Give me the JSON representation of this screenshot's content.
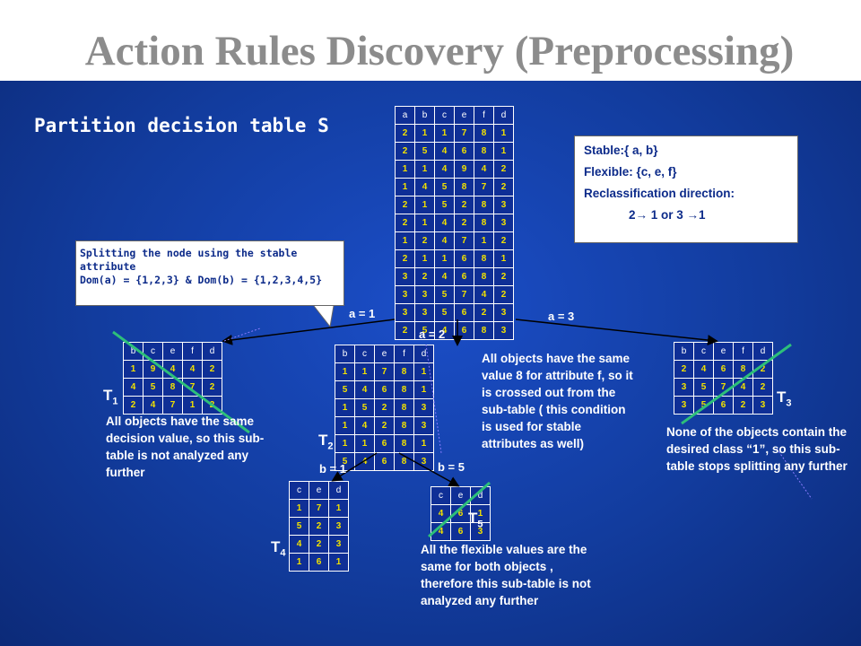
{
  "title": "Action Rules Discovery (Preprocessing)",
  "subtitle": "Partition decision table S",
  "info_box": {
    "stable": "Stable:{ a, b}",
    "flexible": "Flexible: {c, e, f}",
    "reclass_label": "Reclassification direction:",
    "reclass_value": "2→ 1 or 3 →1"
  },
  "split_box": {
    "line1": "Splitting the node using the stable attribute",
    "line2": "Dom(a) = {1,2,3} & Dom(b) = {1,2,3,4,5}"
  },
  "edges": {
    "a1": "a = 1",
    "a2": "a = 2",
    "a3": "a = 3",
    "b1": "b = 1",
    "b5": "b = 5"
  },
  "labels": {
    "t1": "T",
    "t1s": "1",
    "t2": "T",
    "t2s": "2",
    "t3": "T",
    "t3s": "3",
    "t4": "T",
    "t4s": "4",
    "t5": "T",
    "t5s": "5"
  },
  "notes": {
    "t1": "All objects have the same decision value, so this sub-table is not analyzed any further",
    "t2": "All objects have the same value 8 for attribute f, so it is crossed out from the sub-table ( this condition is used for stable attributes as well)",
    "t3": "None of the objects contain the desired class “1”, so this sub-table stops splitting any further",
    "t5": "All the flexible values are the same for both objects , therefore this sub-table is not analyzed any further"
  },
  "tables": {
    "main": {
      "headers": [
        "a",
        "b",
        "c",
        "e",
        "f",
        "d"
      ],
      "rows": [
        [
          "2",
          "1",
          "1",
          "7",
          "8",
          "1"
        ],
        [
          "2",
          "5",
          "4",
          "6",
          "8",
          "1"
        ],
        [
          "1",
          "1",
          "4",
          "9",
          "4",
          "2"
        ],
        [
          "1",
          "4",
          "5",
          "8",
          "7",
          "2"
        ],
        [
          "2",
          "1",
          "5",
          "2",
          "8",
          "3"
        ],
        [
          "2",
          "1",
          "4",
          "2",
          "8",
          "3"
        ],
        [
          "1",
          "2",
          "4",
          "7",
          "1",
          "2"
        ],
        [
          "2",
          "1",
          "1",
          "6",
          "8",
          "1"
        ],
        [
          "3",
          "2",
          "4",
          "6",
          "8",
          "2"
        ],
        [
          "3",
          "3",
          "5",
          "7",
          "4",
          "2"
        ],
        [
          "3",
          "3",
          "5",
          "6",
          "2",
          "3"
        ],
        [
          "2",
          "5",
          "4",
          "6",
          "8",
          "3"
        ]
      ]
    },
    "t1": {
      "headers": [
        "b",
        "c",
        "e",
        "f",
        "d"
      ],
      "rows": [
        [
          "1",
          "9",
          "4",
          "4",
          "2"
        ],
        [
          "4",
          "5",
          "8",
          "7",
          "2"
        ],
        [
          "2",
          "4",
          "7",
          "1",
          "2"
        ]
      ]
    },
    "t2": {
      "headers": [
        "b",
        "c",
        "e",
        "f",
        "d"
      ],
      "rows": [
        [
          "1",
          "1",
          "7",
          "8",
          "1"
        ],
        [
          "5",
          "4",
          "6",
          "8",
          "1"
        ],
        [
          "1",
          "5",
          "2",
          "8",
          "3"
        ],
        [
          "1",
          "4",
          "2",
          "8",
          "3"
        ],
        [
          "1",
          "1",
          "6",
          "8",
          "1"
        ],
        [
          "5",
          "4",
          "6",
          "8",
          "3"
        ]
      ]
    },
    "t3": {
      "headers": [
        "b",
        "c",
        "e",
        "f",
        "d"
      ],
      "rows": [
        [
          "2",
          "4",
          "6",
          "8",
          "2"
        ],
        [
          "3",
          "5",
          "7",
          "4",
          "2"
        ],
        [
          "3",
          "5",
          "6",
          "2",
          "3"
        ]
      ]
    },
    "t4": {
      "headers": [
        "c",
        "e",
        "d"
      ],
      "rows": [
        [
          "1",
          "7",
          "1"
        ],
        [
          "5",
          "2",
          "3"
        ],
        [
          "4",
          "2",
          "3"
        ],
        [
          "1",
          "6",
          "1"
        ]
      ]
    },
    "t5": {
      "headers": [
        "c",
        "e",
        "d"
      ],
      "rows": [
        [
          "4",
          "6",
          "1"
        ],
        [
          "4",
          "6",
          "3"
        ]
      ]
    }
  },
  "colors": {
    "background": "#123a9c",
    "cell_text": "#f2e200",
    "cross_line": "#2dbf7a",
    "title": "#8c8c8c"
  }
}
